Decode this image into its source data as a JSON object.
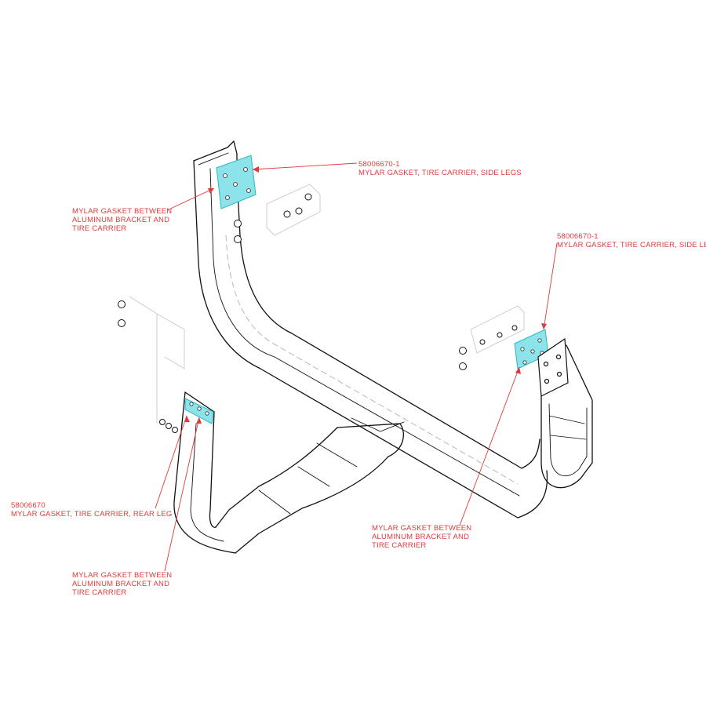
{
  "colors": {
    "outline": "#111111",
    "hidden_line": "#b8b8b8",
    "leader": "#e03a3a",
    "label": "#e03a3a",
    "gasket_fill": "#8de3ea",
    "gasket_stroke": "#2bb7c4"
  },
  "callouts": {
    "side_top": {
      "part_number": "58006670-1",
      "description": "MYLAR GASKET, TIRE CARRIER, SIDE LEGS"
    },
    "side_right": {
      "part_number": "58006670-1",
      "description": "MYLAR GASKET, TIRE CARRIER, SIDE LEGS"
    },
    "rear": {
      "part_number": "58006670",
      "description": "MYLAR GASKET, TIRE CARRIER, REAR LEG"
    },
    "between_left_top": {
      "line1": "MYLAR GASKET BETWEEN",
      "line2": "ALUMINUM BRACKET AND",
      "line3": "TIRE CARRIER"
    },
    "between_bottom_left": {
      "line1": "MYLAR GASKET BETWEEN",
      "line2": "ALUMINUM BRACKET AND",
      "line3": "TIRE CARRIER"
    },
    "between_right": {
      "line1": "MYLAR GASKET BETWEEN",
      "line2": "ALUMINUM BRACKET AND",
      "line3": "TIRE CARRIER"
    }
  }
}
